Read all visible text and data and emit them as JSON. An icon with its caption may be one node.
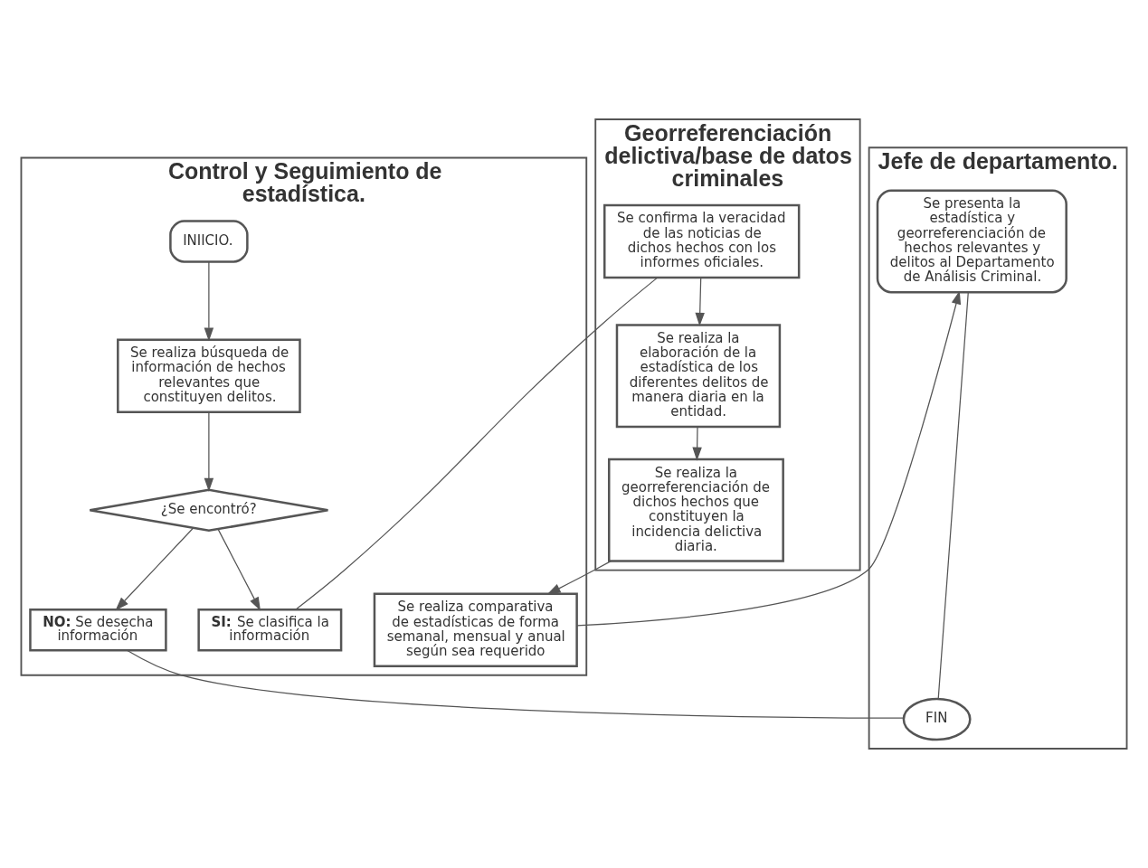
{
  "diagram": {
    "nodes": [
      {
        "text": [
          "Control y Seguimiento de estadística."
        ]
      },
      {
        "text": [
          "Georreferenciación delictiva/base de datos criminales"
        ]
      },
      {
        "text": [
          "Jefe de departamento."
        ]
      },
      {
        "text": [
          "INIICIO."
        ],
        "in": 0
      },
      {
        "text": [
          "Se realiza búsqueda de información de hechos relevantes que constituyen delitos."
        ],
        "in": 0
      },
      {
        "text": [
          "¿Se encontró?"
        ],
        "in": 0
      },
      {
        "text": [
          "**SI:** Se clasifica la información"
        ],
        "in": 0
      },
      {
        "text": [
          "**NO:** Se desecha información"
        ],
        "in": 0
      },
      {
        "text": [
          "Se realiza comparativa de estadísticas de forma semanal, mensual y anual según sea requerido"
        ],
        "in": 0
      },
      {
        "text": [
          "Se confirma la veracidad de las noticias de dichos hechos con los informes oficiales."
        ],
        "in": 1
      },
      {
        "text": [
          "Se realiza la elaboración de la estadística de los diferentes delitos de manera diaria en la entidad."
        ],
        "in": 1
      },
      {
        "text": [
          "Se realiza la georreferenciación de dichos hechos que constituyen la incidencia delictiva diaria."
        ],
        "in": 1
      },
      {
        "text": [
          "Se presenta la estadística y georreferenciación de hechos relevantes y delitos al Departamento de Análisis Criminal."
        ],
        "in": 2
      },
      {
        "text": [
          "FIN"
        ],
        "in": 2
      }
    ],
    "edges": [
      {
        "from": 3,
        "to": 4,
        "arrow": "to"
      },
      {
        "from": 4,
        "to": 5,
        "arrow": "to"
      },
      {
        "from": 5,
        "to": 6,
        "arrow": "to"
      },
      {
        "from": 5,
        "to": 7,
        "arrow": "to"
      },
      {
        "from": 6,
        "to": 9,
        "arrow": "none"
      },
      {
        "from": 7,
        "to": 13,
        "arrow": "none"
      },
      {
        "from": 9,
        "to": 10,
        "arrow": "to"
      },
      {
        "from": 10,
        "to": 11,
        "arrow": "to"
      },
      {
        "from": 11,
        "to": 8,
        "arrow": "to"
      },
      {
        "from": 8,
        "to": 12,
        "arrow": "to"
      },
      {
        "from": 12,
        "to": 13,
        "arrow": "none"
      }
    ]
  }
}
